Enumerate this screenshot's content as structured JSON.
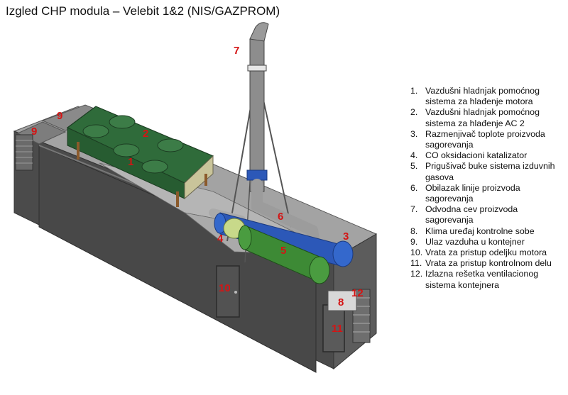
{
  "title": "Izgled CHP modula – Velebit 1&2 (NIS/GAZPROM)",
  "callouts": [
    "1",
    "2",
    "3",
    "4",
    "5",
    "6",
    "7",
    "8",
    "9",
    "9",
    "10",
    "11",
    "12"
  ],
  "legend": [
    {
      "num": "1.",
      "text": "Vazdušni hladnjak pomoćnog sistema za hlađenje motora"
    },
    {
      "num": "2.",
      "text": "Vazdušni hladnjak pomoćnog sistema za hlađenje AC 2"
    },
    {
      "num": "3.",
      "text": "Razmenjivač toplote proizvoda sagorevanja"
    },
    {
      "num": "4.",
      "text": "CO oksidacioni katalizator"
    },
    {
      "num": "5.",
      "text": "Prigušivač buke sistema izduvnih gasova"
    },
    {
      "num": "6.",
      "text": "Obilazak linije proizvoda sagorevanja"
    },
    {
      "num": "7.",
      "text": "Odvodna cev proizvoda sagorevanja"
    },
    {
      "num": "8.",
      "text": "Klima uređaj kontrolne sobe"
    },
    {
      "num": "9.",
      "text": "Ulaz vazduha u kontejner"
    },
    {
      "num": "10.",
      "text": "Vrata za pristup odeljku motora"
    },
    {
      "num": "11.",
      "text": "Vrata za pristup kontrolnom delu"
    },
    {
      "num": "12.",
      "text": "Izlazna rešetka ventilacionog sistema kontejnera"
    }
  ],
  "colors": {
    "label_red": "#d41414",
    "cooler_green": "#2f6b3a",
    "silencer_green": "#3d8a35",
    "exchanger_blue": "#2c58b8",
    "container_dark": "#4a4a4a",
    "container_top": "#9a9a9a"
  }
}
